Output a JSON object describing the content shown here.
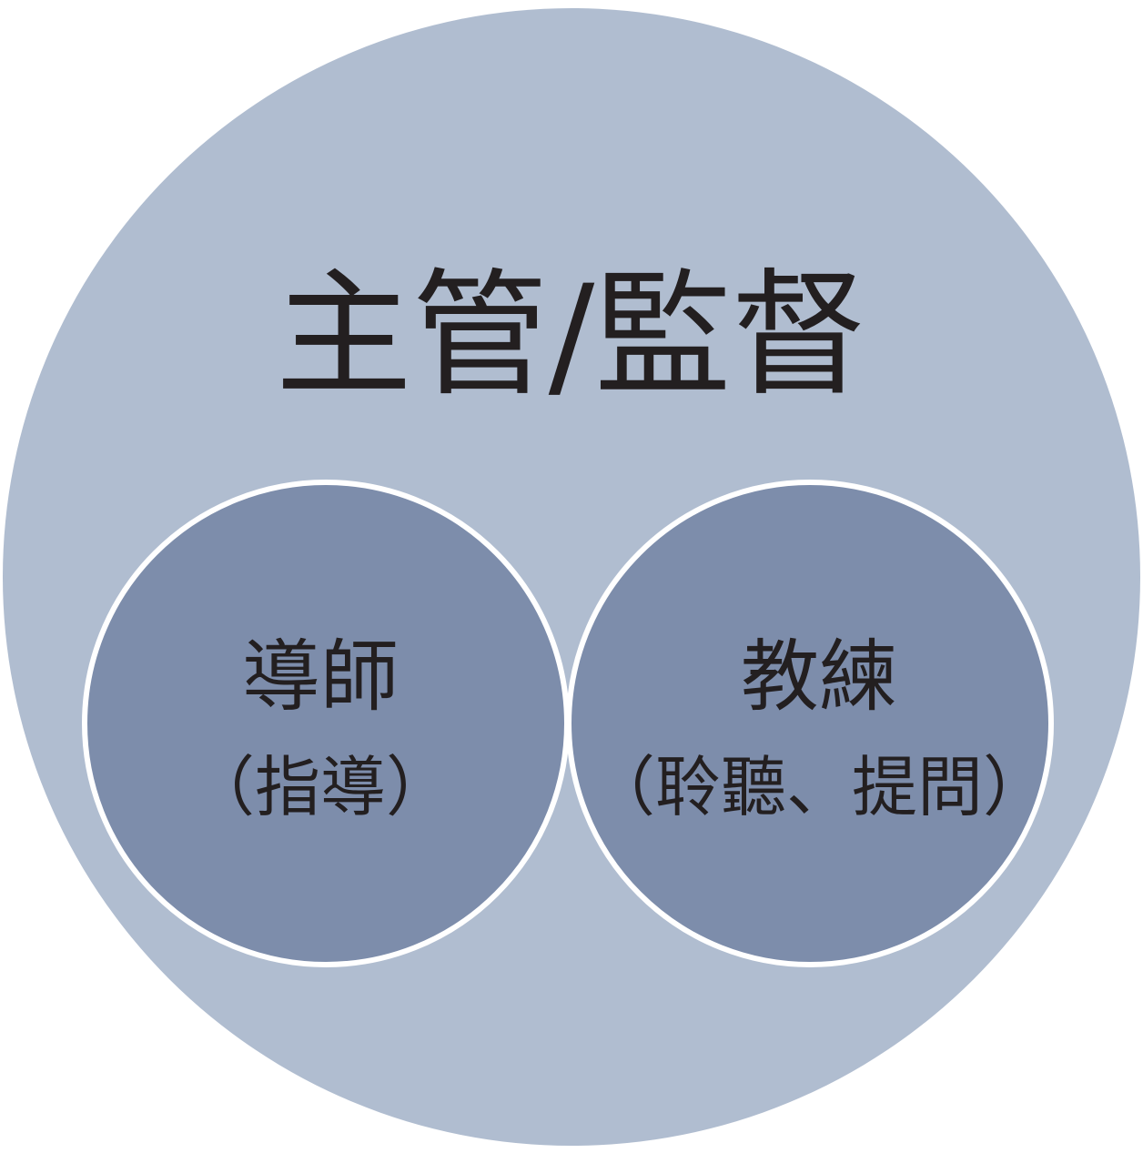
{
  "diagram": {
    "type": "nested-venn",
    "outer": {
      "label": "主管/監督",
      "color": "#b0bdd0"
    },
    "left": {
      "label": "導師",
      "sublabel": "（指導）",
      "color": "#7d8dab"
    },
    "right": {
      "label": "教練",
      "sublabel": "（聆聽、提問）",
      "color": "#7d8dab"
    },
    "overlap": {
      "color": "#59688f"
    },
    "outline_color": "#ffffff",
    "text_color": "#231f20"
  }
}
